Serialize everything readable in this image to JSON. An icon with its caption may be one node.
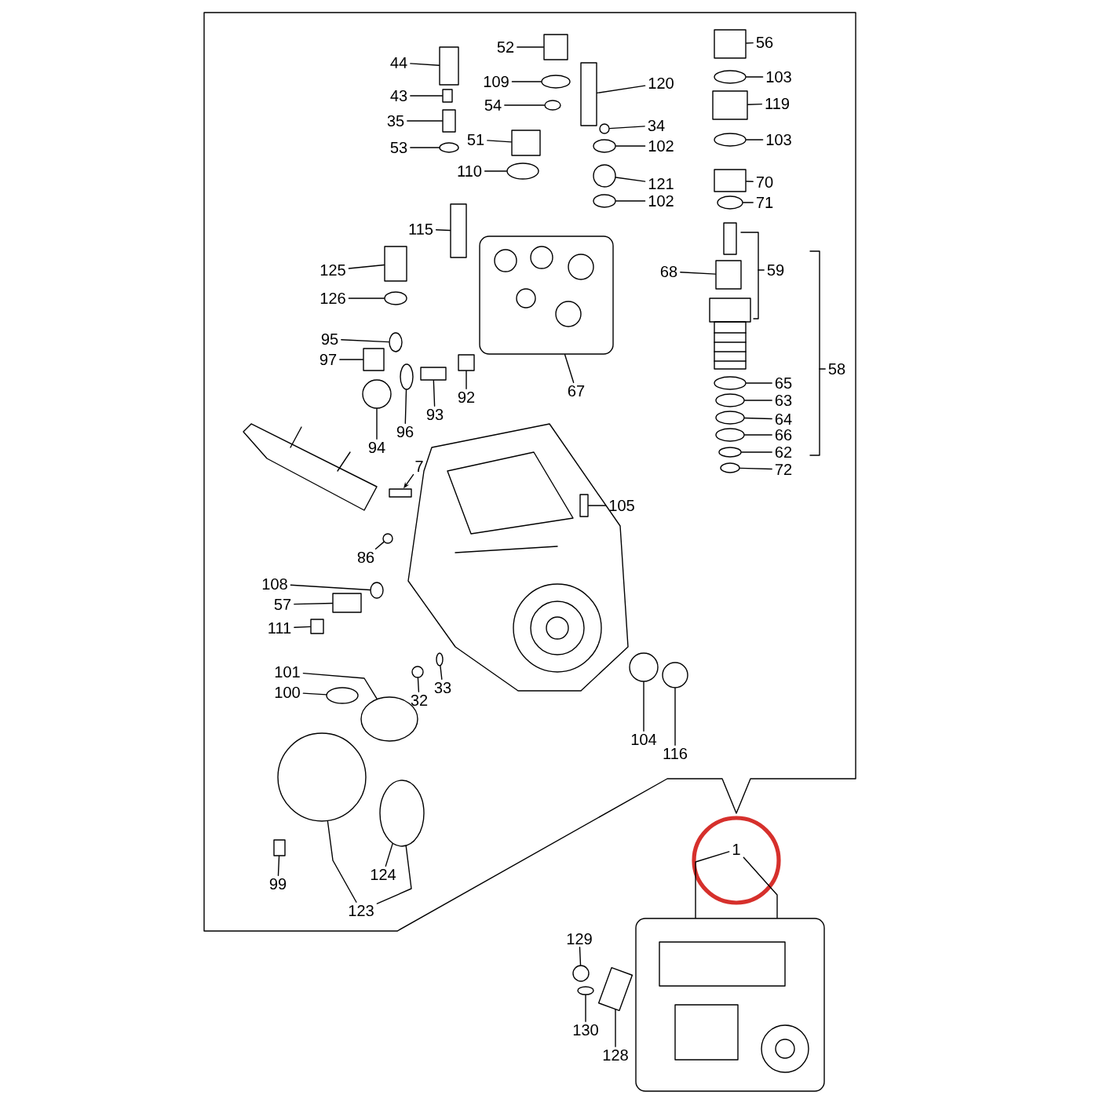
{
  "diagram": {
    "nodes": [
      {
        "text": [
          "44"
        ]
      },
      {
        "text": [
          "43"
        ]
      },
      {
        "text": [
          "35"
        ]
      },
      {
        "text": [
          "53"
        ]
      },
      {
        "text": [
          "52"
        ]
      },
      {
        "text": [
          "109"
        ]
      },
      {
        "text": [
          "54"
        ]
      },
      {
        "text": [
          "51"
        ]
      },
      {
        "text": [
          "110"
        ]
      },
      {
        "text": [
          "120"
        ]
      },
      {
        "text": [
          "34"
        ]
      },
      {
        "text": [
          "102"
        ]
      },
      {
        "text": [
          "121"
        ]
      },
      {
        "text": [
          "102"
        ]
      },
      {
        "text": [
          "56"
        ]
      },
      {
        "text": [
          "103"
        ]
      },
      {
        "text": [
          "119"
        ]
      },
      {
        "text": [
          "103"
        ]
      },
      {
        "text": [
          "70"
        ]
      },
      {
        "text": [
          "71"
        ]
      },
      {
        "text": [
          "115"
        ]
      },
      {
        "text": [
          "125"
        ]
      },
      {
        "text": [
          "126"
        ]
      },
      {
        "text": [
          "68"
        ]
      },
      {
        "text": [
          "59"
        ]
      },
      {
        "text": [
          "95"
        ]
      },
      {
        "text": [
          "97"
        ]
      },
      {
        "text": [
          "92"
        ]
      },
      {
        "text": [
          "93"
        ]
      },
      {
        "text": [
          "96"
        ]
      },
      {
        "text": [
          "94"
        ]
      },
      {
        "text": [
          "67"
        ]
      },
      {
        "text": [
          "58"
        ]
      },
      {
        "text": [
          "65"
        ]
      },
      {
        "text": [
          "63"
        ]
      },
      {
        "text": [
          "64"
        ]
      },
      {
        "text": [
          "66"
        ]
      },
      {
        "text": [
          "62"
        ]
      },
      {
        "text": [
          "72"
        ]
      },
      {
        "text": [
          "7"
        ]
      },
      {
        "text": [
          "105"
        ]
      },
      {
        "text": [
          "98"
        ]
      },
      {
        "text": [
          "108"
        ]
      },
      {
        "text": [
          "57"
        ]
      },
      {
        "text": [
          "111"
        ]
      },
      {
        "text": [
          "101"
        ]
      },
      {
        "text": [
          "33"
        ]
      },
      {
        "text": [
          "100"
        ]
      },
      {
        "text": [
          "32"
        ]
      },
      {
        "text": [
          "104"
        ]
      },
      {
        "text": [
          "116"
        ]
      },
      {
        "text": [
          "1"
        ]
      },
      {
        "text": [
          "99"
        ]
      },
      {
        "text": [
          "124"
        ]
      },
      {
        "text": [
          "123"
        ]
      },
      {
        "text": [
          "129"
        ]
      },
      {
        "text": [
          "130"
        ]
      },
      {
        "text": [
          "128"
        ]
      },
      {
        "text": [],
        "shape": "box"
      },
      {
        "text": [],
        "shape": "box"
      },
      {
        "text": [],
        "shape": "box"
      },
      {
        "text": [],
        "shape": "circle"
      },
      {
        "text": [],
        "shape": "box"
      },
      {
        "text": [],
        "shape": "circle"
      },
      {
        "text": [],
        "shape": "circle"
      },
      {
        "text": [],
        "shape": "box"
      },
      {
        "text": [],
        "shape": "circle"
      },
      {
        "text": [],
        "shape": "box"
      },
      {
        "text": [],
        "shape": "circle"
      },
      {
        "text": [],
        "shape": "circle"
      },
      {
        "text": [],
        "shape": "circle"
      },
      {
        "text": [],
        "shape": "circle"
      },
      {
        "text": [],
        "shape": "box"
      },
      {
        "text": [],
        "shape": "circle"
      },
      {
        "text": [],
        "shape": "box"
      },
      {
        "text": [],
        "shape": "circle"
      },
      {
        "text": [],
        "shape": "box"
      },
      {
        "text": [],
        "shape": "circle"
      },
      {
        "text": [],
        "shape": "box"
      },
      {
        "text": [],
        "shape": "box"
      },
      {
        "text": [],
        "shape": "circle"
      },
      {
        "text": [],
        "shape": "box"
      },
      {
        "text": [],
        "shape": "circle"
      },
      {
        "text": [],
        "shape": "box"
      },
      {
        "text": [],
        "shape": "box"
      },
      {
        "text": [],
        "shape": "box"
      },
      {
        "text": [],
        "shape": "circle"
      },
      {
        "text": [],
        "shape": "circle"
      },
      {
        "text": [],
        "shape": "box"
      },
      {
        "text": [],
        "shape": "circle"
      },
      {
        "text": [],
        "shape": "circle"
      },
      {
        "text": [],
        "shape": "circle"
      },
      {
        "text": [],
        "shape": "circle"
      },
      {
        "text": [],
        "shape": "circle"
      },
      {
        "text": [],
        "shape": "circle"
      },
      {
        "text": [],
        "shape": "box"
      },
      {
        "text": [],
        "shape": "box"
      },
      {
        "text": [],
        "shape": "circle"
      },
      {
        "text": [],
        "shape": "circle"
      },
      {
        "text": [],
        "shape": "box"
      },
      {
        "text": [],
        "shape": "box"
      },
      {
        "text": [],
        "shape": "circle"
      },
      {
        "text": [],
        "shape": "circle"
      },
      {
        "text": [],
        "shape": "circle"
      },
      {
        "text": [],
        "shape": "circle"
      },
      {
        "text": [],
        "shape": "circle"
      },
      {
        "text": [],
        "shape": "circle"
      },
      {
        "text": [],
        "shape": "box"
      },
      {
        "text": [],
        "shape": "box"
      },
      {
        "text": [],
        "shape": "circle"
      },
      {
        "text": [],
        "shape": "circle"
      },
      {
        "text": [],
        "shape": "circle"
      },
      {
        "text": [],
        "shape": "circle"
      },
      {
        "text": [],
        "shape": "box"
      }
    ],
    "edges": [
      {
        "from": 0,
        "to": 58,
        "arrow": "none"
      },
      {
        "from": 1,
        "to": 59,
        "arrow": "none"
      },
      {
        "from": 2,
        "to": 60,
        "arrow": "none"
      },
      {
        "from": 3,
        "to": 61,
        "arrow": "none"
      },
      {
        "from": 4,
        "to": 62,
        "arrow": "none"
      },
      {
        "from": 5,
        "to": 63,
        "arrow": "none"
      },
      {
        "from": 6,
        "to": 64,
        "arrow": "none"
      },
      {
        "from": 7,
        "to": 65,
        "arrow": "none"
      },
      {
        "from": 8,
        "to": 66,
        "arrow": "none"
      },
      {
        "from": 9,
        "to": 67,
        "arrow": "none"
      },
      {
        "from": 10,
        "to": 68,
        "arrow": "none"
      },
      {
        "from": 11,
        "to": 69,
        "arrow": "none"
      },
      {
        "from": 12,
        "to": 70,
        "arrow": "none"
      },
      {
        "from": 13,
        "to": 71,
        "arrow": "none"
      },
      {
        "from": 14,
        "to": 72,
        "arrow": "none"
      },
      {
        "from": 15,
        "to": 73,
        "arrow": "none"
      },
      {
        "from": 16,
        "to": 74,
        "arrow": "none"
      },
      {
        "from": 17,
        "to": 75,
        "arrow": "none"
      },
      {
        "from": 18,
        "to": 76,
        "arrow": "none"
      },
      {
        "from": 19,
        "to": 77,
        "arrow": "none"
      },
      {
        "from": 20,
        "to": 78,
        "arrow": "none"
      },
      {
        "from": 21,
        "to": 79,
        "arrow": "none"
      },
      {
        "from": 22,
        "to": 80,
        "arrow": "none"
      },
      {
        "from": 23,
        "to": 81,
        "arrow": "none"
      },
      {
        "from": 24,
        "to": null,
        "arrow": "none"
      },
      {
        "from": 25,
        "to": 82,
        "arrow": "none"
      },
      {
        "from": 26,
        "to": 83,
        "arrow": "none"
      },
      {
        "from": 27,
        "to": 84,
        "arrow": "none"
      },
      {
        "from": 28,
        "to": 85,
        "arrow": "none"
      },
      {
        "from": 29,
        "to": 86,
        "arrow": "none"
      },
      {
        "from": 30,
        "to": 87,
        "arrow": "none"
      },
      {
        "from": 31,
        "to": 88,
        "arrow": "none"
      },
      {
        "from": 32,
        "to": null,
        "arrow": "none"
      },
      {
        "from": 33,
        "to": 89,
        "arrow": "none"
      },
      {
        "from": 34,
        "to": 90,
        "arrow": "none"
      },
      {
        "from": 35,
        "to": 91,
        "arrow": "none"
      },
      {
        "from": 36,
        "to": 92,
        "arrow": "none"
      },
      {
        "from": 37,
        "to": 93,
        "arrow": "none"
      },
      {
        "from": 38,
        "to": 94,
        "arrow": "none"
      },
      {
        "from": 39,
        "to": 95,
        "arrow": "to"
      },
      {
        "from": 40,
        "to": 96,
        "arrow": "none"
      },
      {
        "from": 41,
        "to": 97,
        "arrow": "none"
      },
      {
        "from": 42,
        "to": 98,
        "arrow": "none"
      },
      {
        "from": 43,
        "to": 99,
        "arrow": "none"
      },
      {
        "from": 44,
        "to": 100,
        "arrow": "none"
      },
      {
        "from": 45,
        "to": 101,
        "arrow": "none"
      },
      {
        "from": 46,
        "to": 102,
        "arrow": "none"
      },
      {
        "from": 47,
        "to": 103,
        "arrow": "none"
      },
      {
        "from": 48,
        "to": 104,
        "arrow": "none"
      },
      {
        "from": 49,
        "to": 105,
        "arrow": "none"
      },
      {
        "from": 50,
        "to": 106,
        "arrow": "none"
      },
      {
        "from": 51,
        "to": 107,
        "arrow": "none"
      },
      {
        "from": 51,
        "to": 107,
        "arrow": "none"
      },
      {
        "from": 52,
        "to": 108,
        "arrow": "none"
      },
      {
        "from": 53,
        "to": 109,
        "arrow": "none"
      },
      {
        "from": 54,
        "to": 110,
        "arrow": "none"
      },
      {
        "from": 54,
        "to": 109,
        "arrow": "none"
      },
      {
        "from": 55,
        "to": 111,
        "arrow": "none"
      },
      {
        "from": 56,
        "to": 112,
        "arrow": "none"
      },
      {
        "from": 57,
        "to": 113,
        "arrow": "none"
      }
    ]
  }
}
